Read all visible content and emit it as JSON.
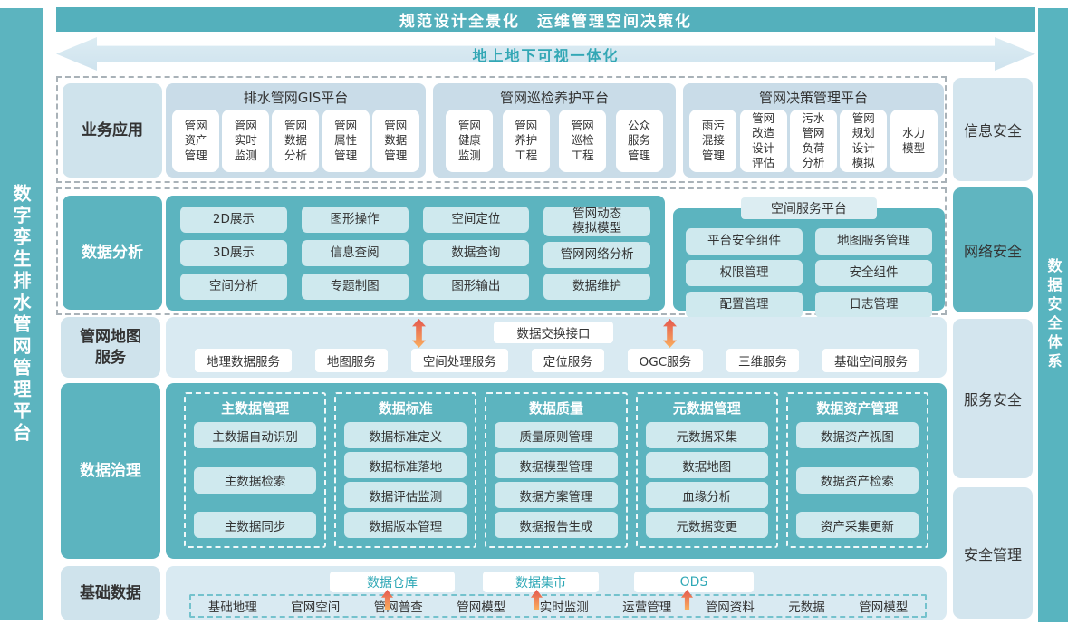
{
  "colors": {
    "teal": "#5cb4bf",
    "light_blue_label": "#cfe3ec",
    "group_panel_blue": "#c9dce8",
    "light_panel_blue": "#d9eaf2",
    "item_light_cyan": "#cfe9ee",
    "arrow_red": "#e4574e",
    "arrow_orange": "#f9ae5e",
    "accent_teal_text": "#2fa8b6"
  },
  "top_banner": {
    "title": "规范设计全景化　运维管理空间决策化"
  },
  "arrow_banner": {
    "label": "地上地下可视一体化"
  },
  "left_bar": {
    "label": "数字孪生排水管网管理平台"
  },
  "right_bar": {
    "label": "数据安全体系"
  },
  "security": {
    "items": [
      {
        "label": "信息安全"
      },
      {
        "label": "网络安全"
      },
      {
        "label": "服务安全"
      },
      {
        "label": "安全管理"
      }
    ]
  },
  "business": {
    "label": "业务应用",
    "groups": [
      {
        "title": "排水管网GIS平台",
        "items": [
          "管网\n资产\n管理",
          "管网\n实时\n监测",
          "管网\n数据\n分析",
          "管网\n属性\n管理",
          "管网\n数据\n管理"
        ]
      },
      {
        "title": "管网巡检养护平台",
        "items": [
          "管网\n健康\n监测",
          "管网\n养护\n工程",
          "管网\n巡检\n工程",
          "公众\n服务\n管理"
        ]
      },
      {
        "title": "管网决策管理平台",
        "items": [
          "雨污\n混接\n管理",
          "管网\n改造\n设计\n评估",
          "污水\n管网\n负荷\n分析",
          "管网\n规划\n设计\n模拟",
          "水力\n模型"
        ]
      }
    ]
  },
  "analysis": {
    "label": "数据分析",
    "columns": [
      [
        "2D展示",
        "3D展示",
        "空间分析"
      ],
      [
        "图形操作",
        "信息查阅",
        "专题制图"
      ],
      [
        "空间定位",
        "数据查询",
        "图形输出"
      ],
      [
        "管网动态\n模拟模型",
        "管网网络分析",
        "数据维护"
      ]
    ],
    "service_platform": {
      "title": "空间服务平台",
      "columns": [
        [
          "平台安全组件",
          "权限管理",
          "配置管理"
        ],
        [
          "地图服务管理",
          "安全组件",
          "日志管理"
        ]
      ]
    }
  },
  "map_service": {
    "label": "管网地图\n服务",
    "exchange_label": "数据交换接口",
    "services": [
      "地理数据服务",
      "地图服务",
      "空间处理服务",
      "定位服务",
      "OGC服务",
      "三维服务",
      "基础空间服务"
    ]
  },
  "governance": {
    "label": "数据治理",
    "columns": [
      {
        "title": "主数据管理",
        "items": [
          "主数据自动识别",
          "主数据检索",
          "主数据同步"
        ]
      },
      {
        "title": "数据标准",
        "items": [
          "数据标准定义",
          "数据标准落地",
          "数据评估监测",
          "数据版本管理"
        ]
      },
      {
        "title": "数据质量",
        "items": [
          "质量原则管理",
          "数据模型管理",
          "数据方案管理",
          "数据报告生成"
        ]
      },
      {
        "title": "元数据管理",
        "items": [
          "元数据采集",
          "数据地图",
          "血缘分析",
          "元数据变更"
        ]
      },
      {
        "title": "数据资产管理",
        "items": [
          "数据资产视图",
          "数据资产检索",
          "资产采集更新"
        ]
      }
    ]
  },
  "base_data": {
    "label": "基础数据",
    "pills": [
      "数据仓库",
      "数据集市",
      "ODS"
    ],
    "items": [
      "基础地理",
      "官网空间",
      "管网普查",
      "管网模型",
      "实时监测",
      "运营管理",
      "管网资料",
      "元数据",
      "管网模型"
    ]
  }
}
